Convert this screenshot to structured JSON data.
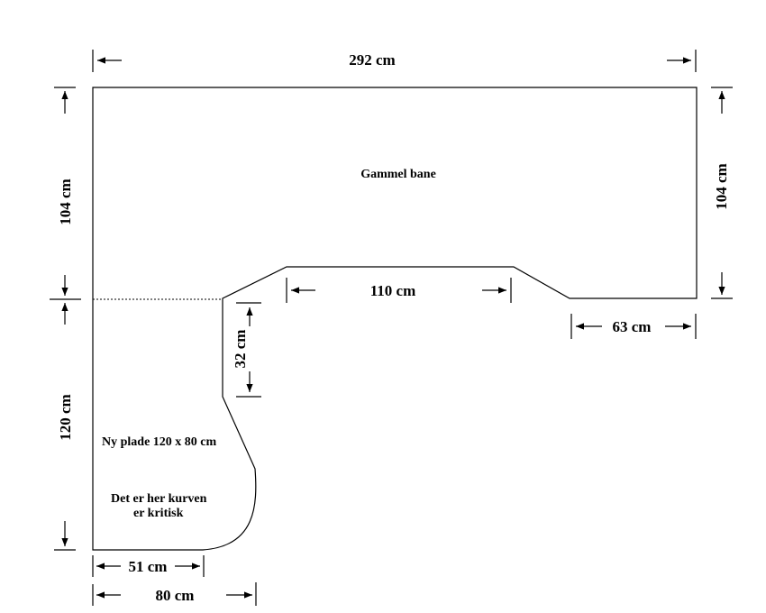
{
  "dimensions": {
    "top_width": "292 cm",
    "left_upper_height": "104 cm",
    "right_height": "104 cm",
    "notch_width": "110 cm",
    "right_step_width": "63 cm",
    "notch_depth": "32 cm",
    "left_lower_height": "120 cm",
    "bottom_short": "51 cm",
    "bottom_long": "80 cm"
  },
  "labels": {
    "old_top": "Gammel bane",
    "new_plate": "Ny plade 120 x 80 cm",
    "critical_line1": "Det er her kurven",
    "critical_line2": "er kritisk"
  }
}
